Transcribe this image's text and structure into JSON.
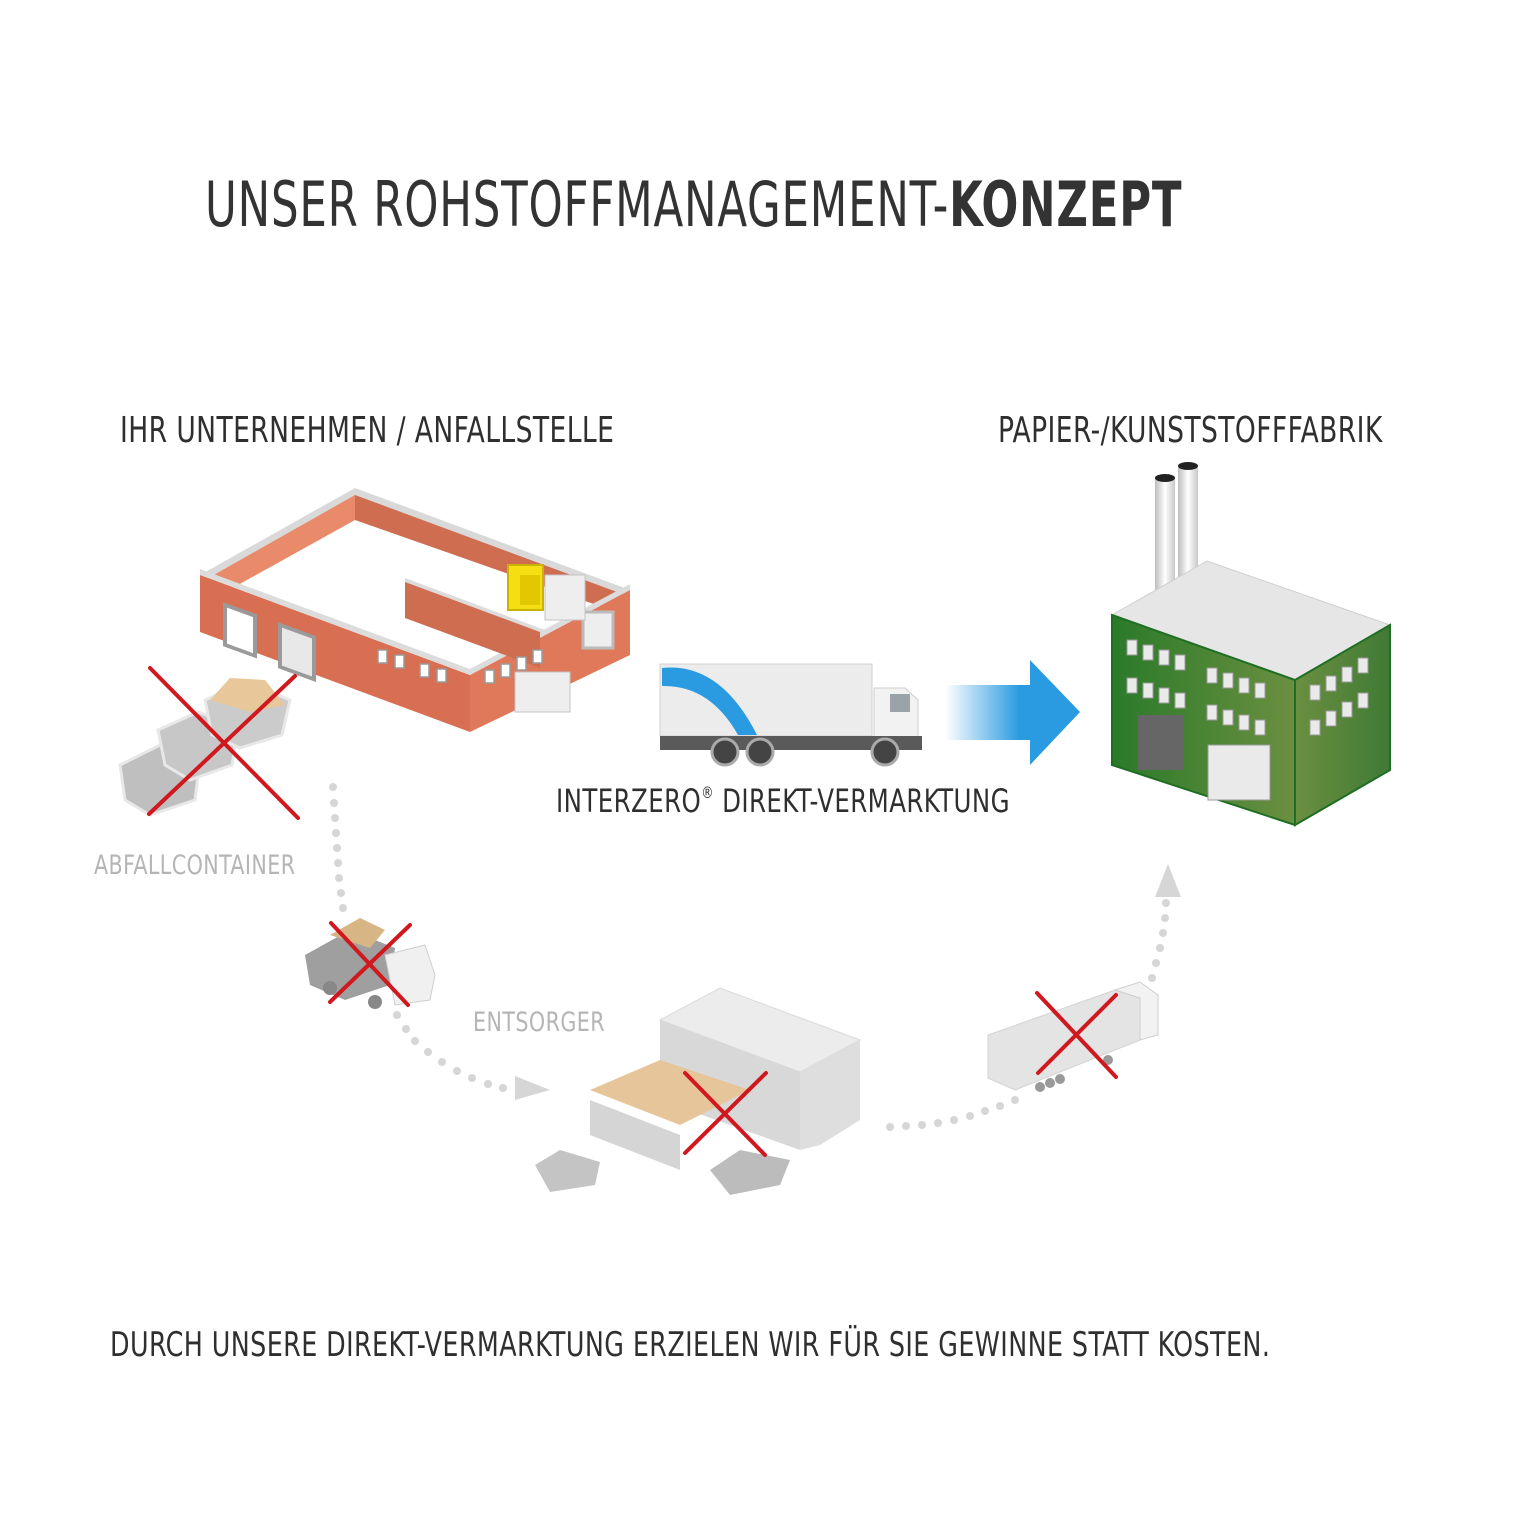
{
  "title": {
    "light": "UNSER ROHSTOFFMANAGEMENT-",
    "bold": "KONZEPT"
  },
  "labels": {
    "company": "IHR UNTERNEHMEN / ANFALLSTELLE",
    "factory": "PAPIER-/KUNSTSTOFFFABRIK",
    "direct_brand": "INTERZERO",
    "direct_reg": "®",
    "direct_rest": " DIREKT-VERMARKTUNG",
    "container": "ABFALLCONTAINER",
    "disposer": "ENTSORGER"
  },
  "footer": "DURCH UNSERE DIREKT-VERMARKTUNG ERZIELEN WIR FÜR SIE GEWINNE STATT KOSTEN.",
  "icons": {
    "company_building": "warehouse-icon",
    "factory": "factory-icon",
    "direct_truck": "box-truck-icon",
    "direct_arrow": "arrow-right-icon",
    "waste_containers": "skip-containers-icon",
    "skip_truck": "skip-loader-truck-icon",
    "sorting_plant": "sorting-plant-icon",
    "semi_truck": "semi-truck-icon",
    "crossed_out": "cross-icon"
  },
  "colors": {
    "brand_blue": "#2a9be0",
    "cross_red": "#d0181e",
    "factory_green": "#2f7a2c",
    "brick": "#e0795a",
    "muted_gray": "#b5b5b5"
  }
}
